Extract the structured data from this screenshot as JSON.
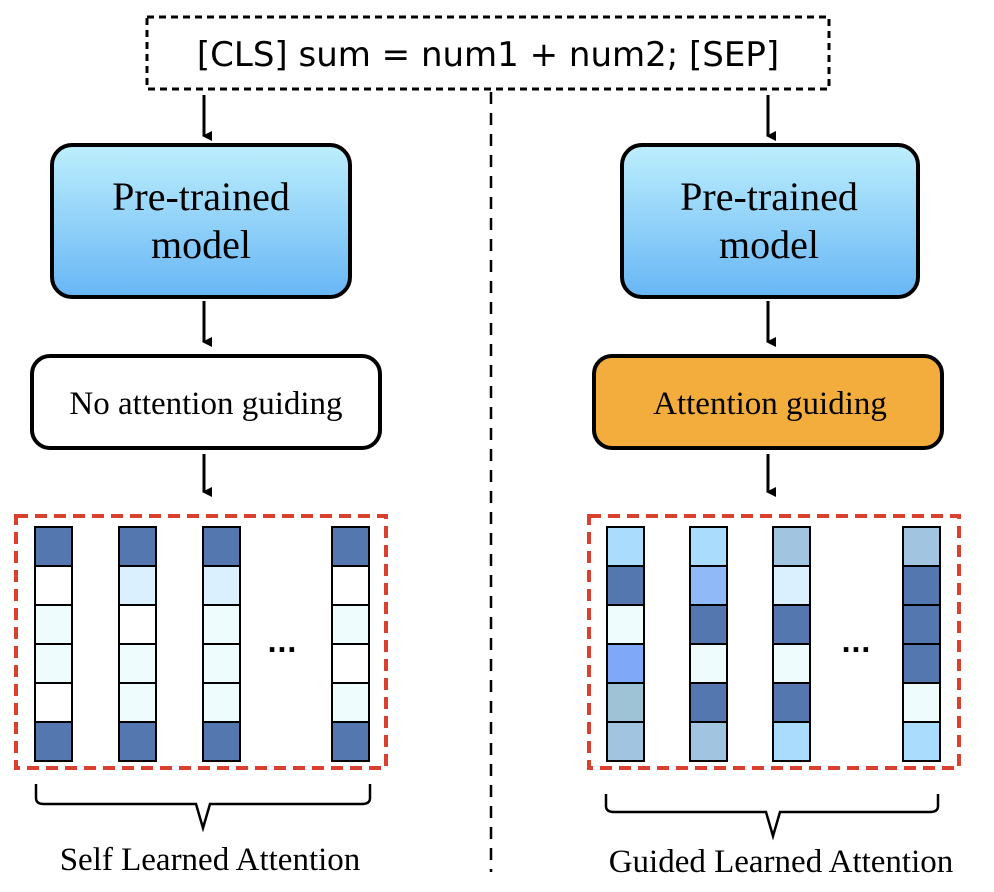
{
  "input_text": "[CLS] sum = num1 + num2; [SEP]",
  "ellipsis": "...",
  "left": {
    "model_line1": "Pre-trained",
    "model_line2": "model",
    "step_label": "No attention guiding",
    "caption": "Self Learned Attention",
    "columns": [
      [
        "#5577b0",
        "#ffffff",
        "#eefcfd",
        "#eefcfd",
        "#ffffff",
        "#5577b0"
      ],
      [
        "#5577b0",
        "#daf0fe",
        "#ffffff",
        "#eefcfd",
        "#eefcfd",
        "#5577b0"
      ],
      [
        "#5577b0",
        "#daf0fe",
        "#eefcfd",
        "#eefcfd",
        "#eefcfd",
        "#5577b0"
      ],
      [
        "#5577b0",
        "#ffffff",
        "#eefcfd",
        "#ffffff",
        "#eefcfd",
        "#5577b0"
      ]
    ]
  },
  "right": {
    "model_line1": "Pre-trained",
    "model_line2": "model",
    "step_label": "Attention guiding",
    "caption": "Guided Learned Attention",
    "columns": [
      [
        "#aadcfd",
        "#5577b0",
        "#eefcfd",
        "#7fa8f8",
        "#9ec3d7",
        "#a1c4e0"
      ],
      [
        "#aadcfd",
        "#90b9f7",
        "#5577b0",
        "#eefcfd",
        "#5577b0",
        "#a1c4e0"
      ],
      [
        "#a1c4e0",
        "#daf0fe",
        "#5577b0",
        "#eefcfd",
        "#5577b0",
        "#aadcfd"
      ],
      [
        "#a1c4e0",
        "#5577b0",
        "#5577b0",
        "#5577b0",
        "#eefcfd",
        "#aadcfd"
      ]
    ]
  },
  "colors": {
    "model_gradient_top": "#bdeffd",
    "model_gradient_bottom": "#67b6f5",
    "guiding_fill": "#f2ad3c",
    "dashed_red": "#d9412e"
  }
}
